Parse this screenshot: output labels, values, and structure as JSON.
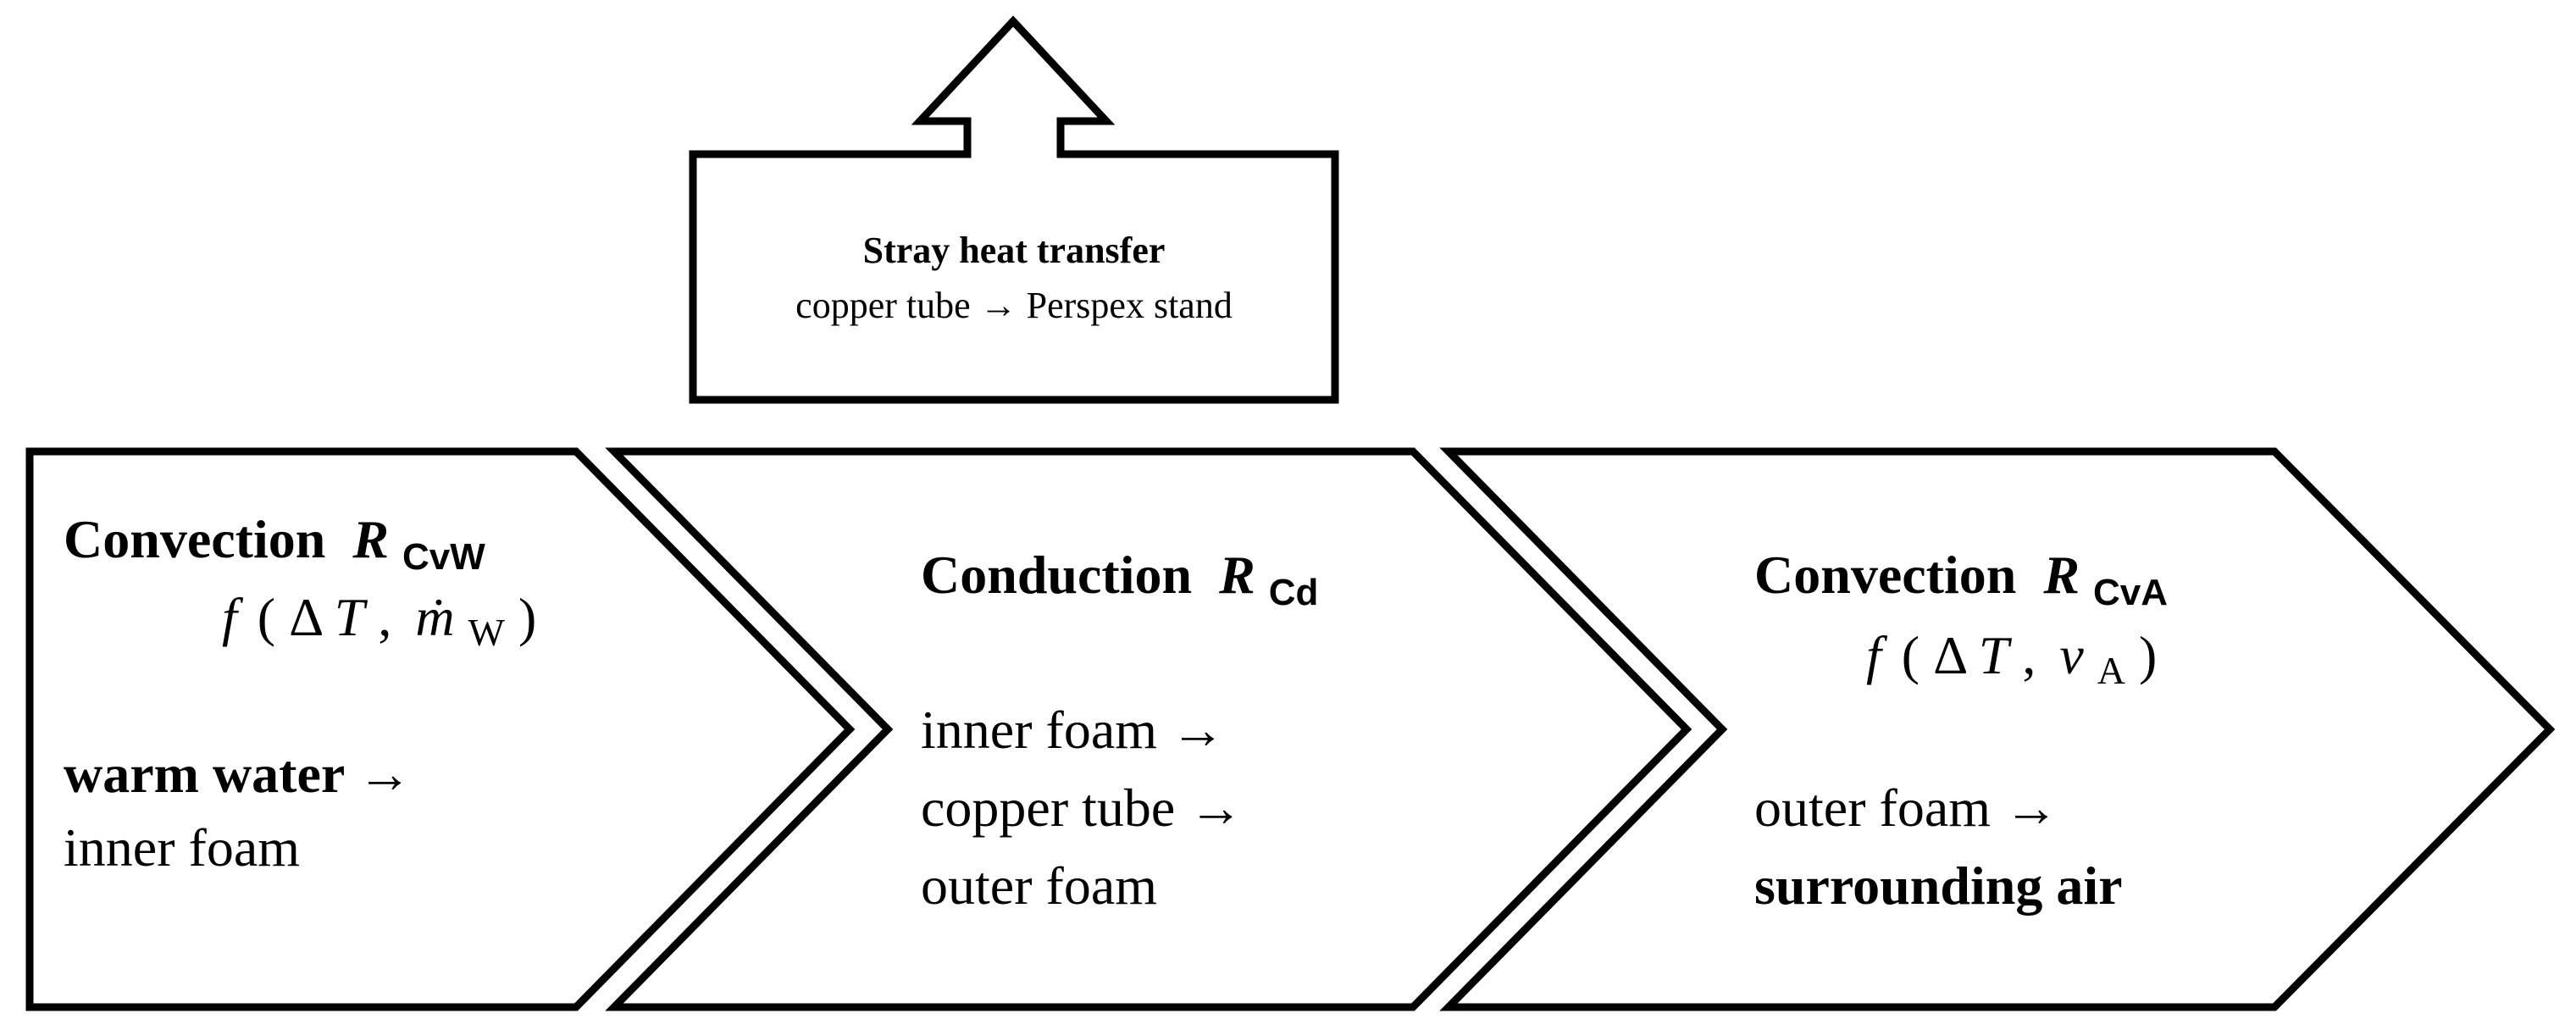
{
  "stray": {
    "title": "Stray heat transfer",
    "desc": "copper tube → Perspex stand"
  },
  "stages": [
    {
      "title": "Convection",
      "symbol": "R",
      "subscript": "CvW",
      "function": {
        "f": "f",
        "open": "(",
        "delta": "Δ",
        "T": "T",
        "comma": ",",
        "var": "ṁ",
        "var_sub": "W",
        "close": ")"
      },
      "lines": [
        {
          "text": "warm water →",
          "bold": true
        },
        {
          "text": "inner foam",
          "bold": false
        }
      ]
    },
    {
      "title": "Conduction",
      "symbol": "R",
      "subscript": "Cd",
      "lines": [
        {
          "text": "inner foam →",
          "bold": false
        },
        {
          "text": "copper tube →",
          "bold": false
        },
        {
          "text": "outer foam",
          "bold": false
        }
      ]
    },
    {
      "title": "Convection",
      "symbol": "R",
      "subscript": "CvA",
      "function": {
        "f": "f",
        "open": "(",
        "delta": "Δ",
        "T": "T",
        "comma": ",",
        "var": "v",
        "var_sub": "A",
        "close": ")"
      },
      "lines": [
        {
          "text": "outer foam →",
          "bold": false
        },
        {
          "text": "surrounding air",
          "bold": true
        }
      ]
    }
  ]
}
